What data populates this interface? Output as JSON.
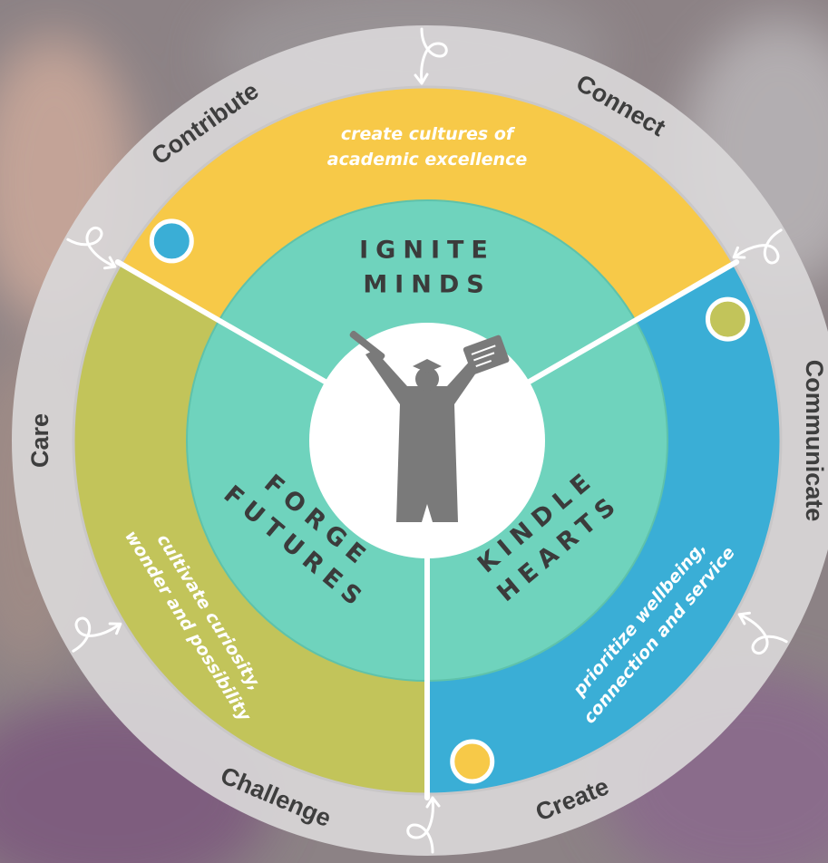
{
  "colors": {
    "outer_ring": "#d9d7d8",
    "academic": "#f7c948",
    "wellbeing": "#3aaed6",
    "curiosity": "#c2c45a",
    "inner": "#6fd3bd",
    "center": "#ffffff",
    "figure": "#7a7a7a",
    "divider": "#ffffff"
  },
  "outer_words": [
    {
      "text": "Contribute",
      "angle": -35
    },
    {
      "text": "Connect",
      "angle": 30
    },
    {
      "text": "Communicate",
      "angle": 90
    },
    {
      "text": "Create",
      "angle": 158
    },
    {
      "text": "Challenge",
      "angle": 203
    },
    {
      "text": "Care",
      "angle": 270
    }
  ],
  "pillars": [
    {
      "line1": "IGNITE",
      "line2": "MINDS"
    },
    {
      "line1": "KINDLE",
      "line2": "HEARTS"
    },
    {
      "line1": "FORGE",
      "line2": "FUTURES"
    }
  ],
  "taglines": [
    {
      "line1": "create cultures of",
      "line2": "academic excellence"
    },
    {
      "line1": "prioritize wellbeing,",
      "line2": "connection and service"
    },
    {
      "line1": "cultivate curiosity,",
      "line2": "wonder and possibility"
    }
  ]
}
